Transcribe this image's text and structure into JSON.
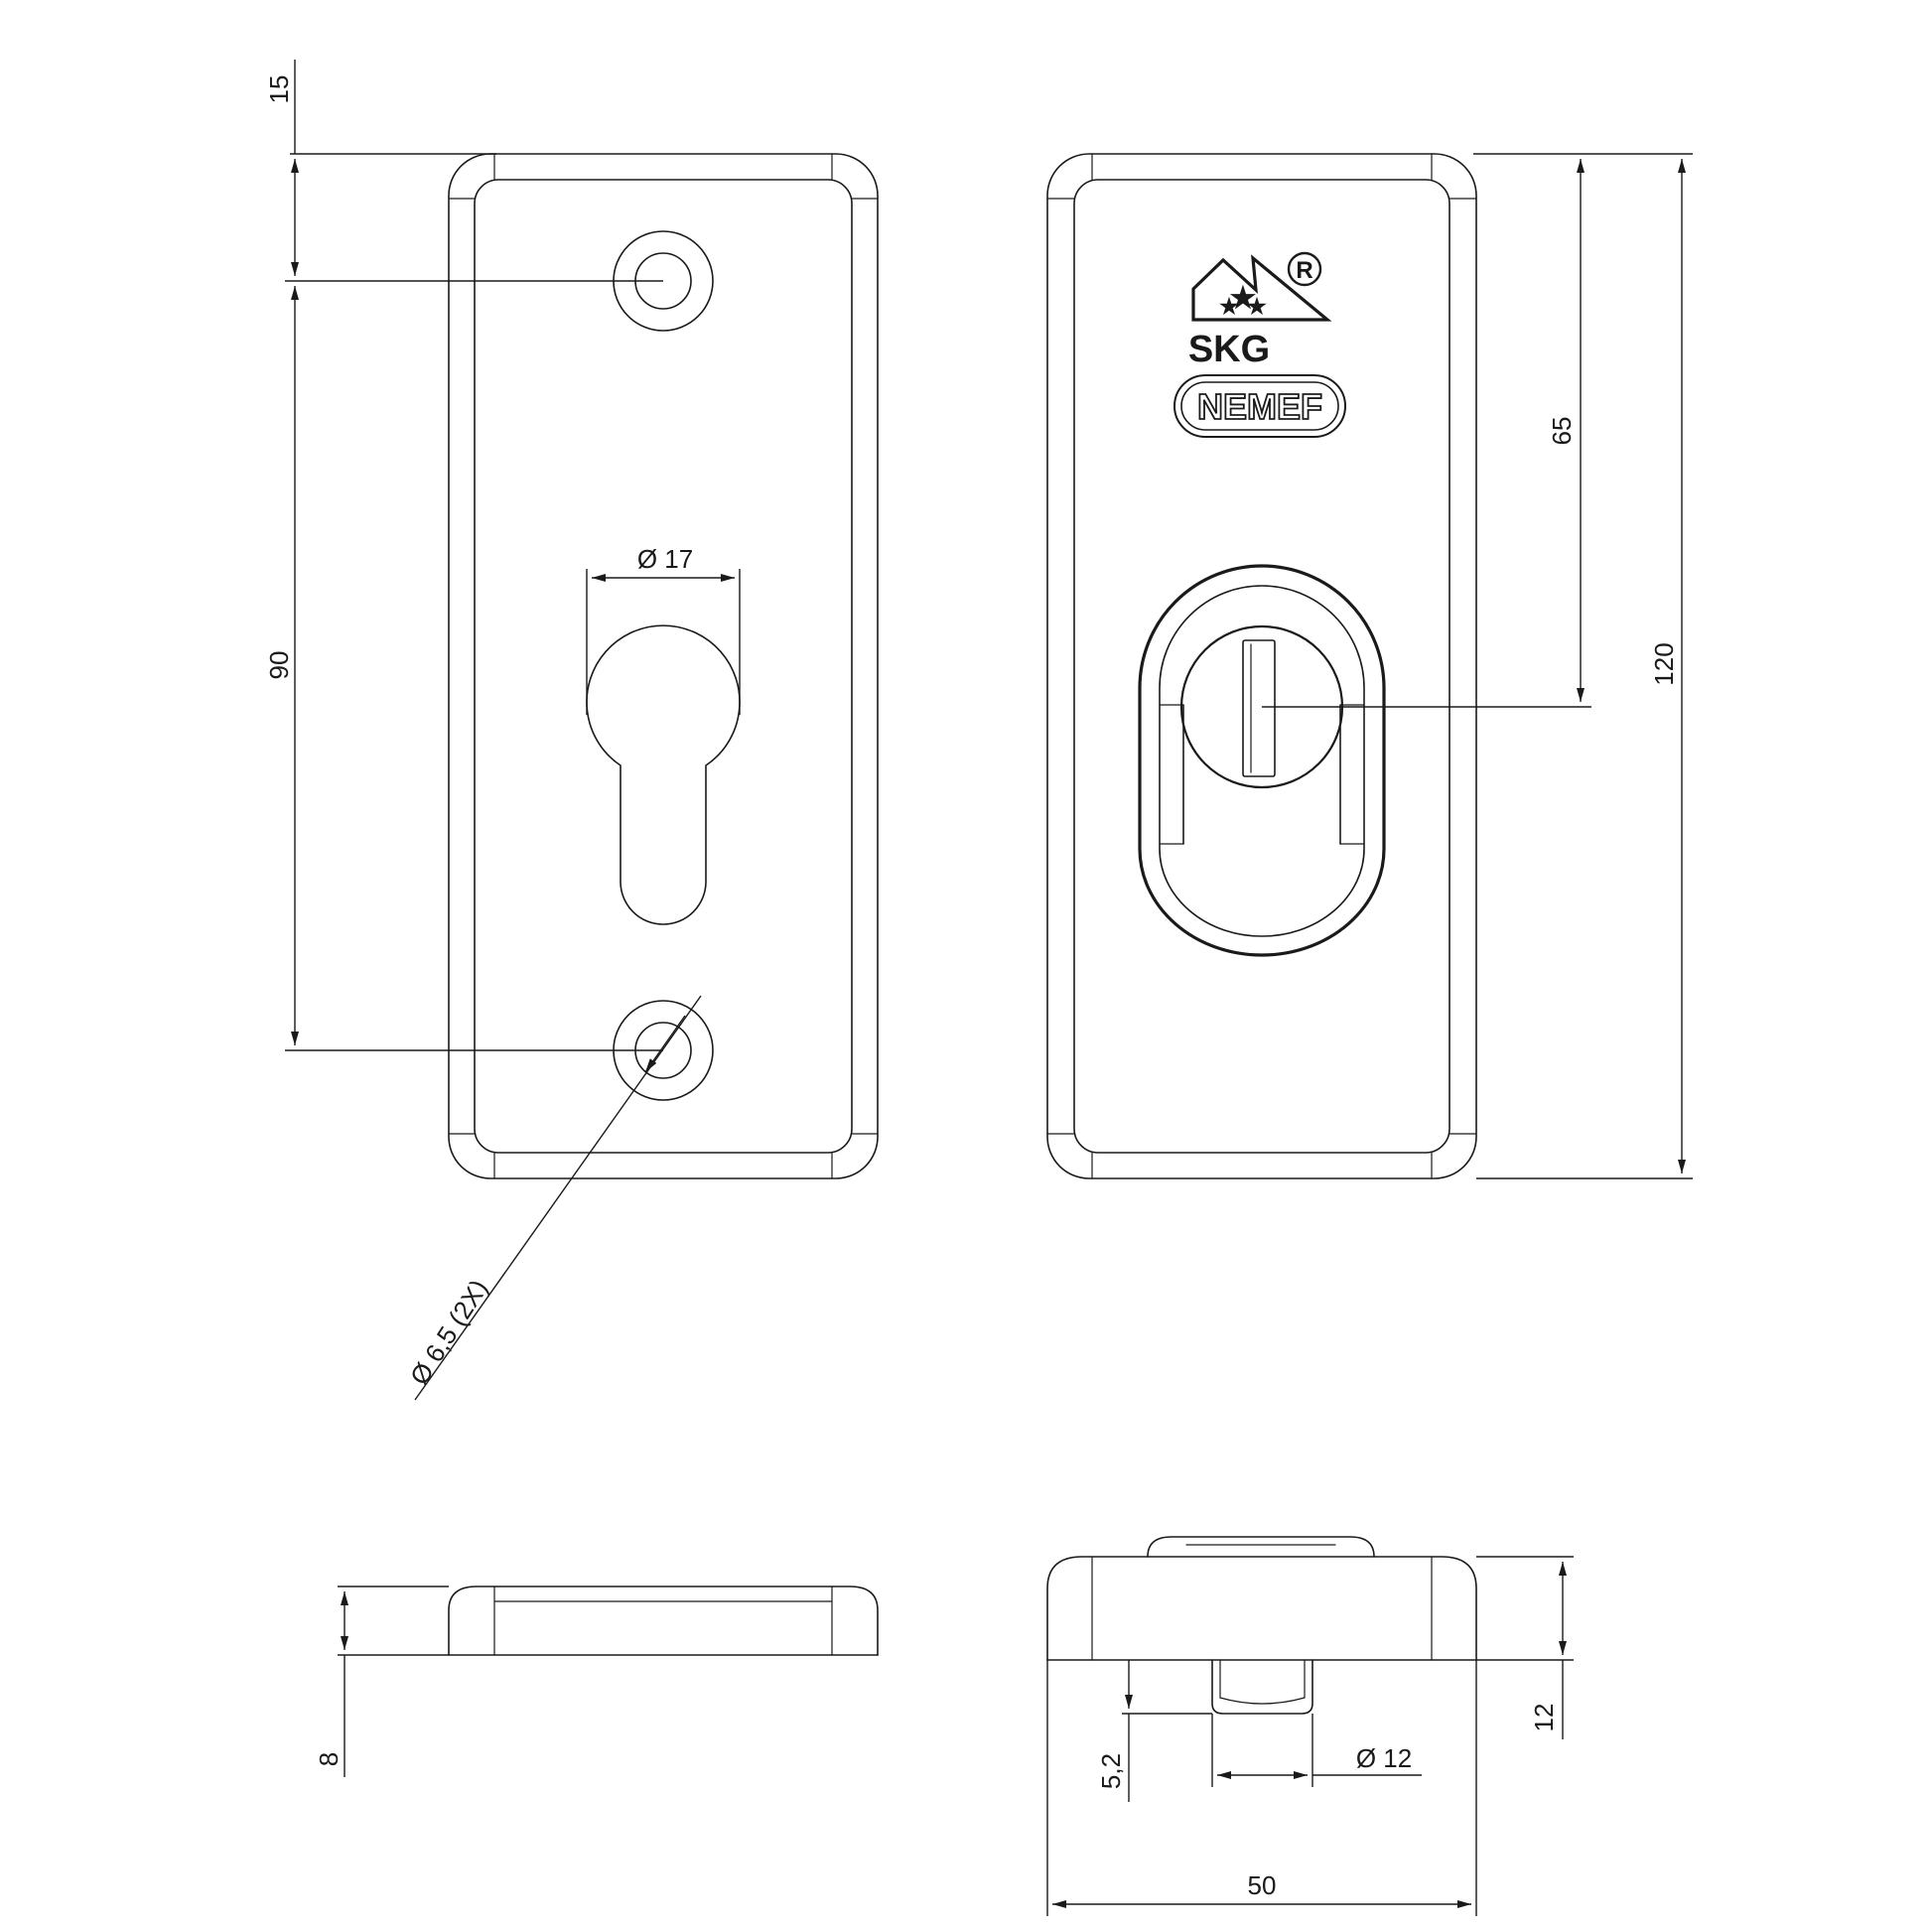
{
  "dimensions": {
    "top_offset": "15",
    "hole_spacing": "90",
    "cylinder_diameter": "Ø 17",
    "screw_hole": "Ø 6,5 (2X)",
    "plate_thickness": "8",
    "cylinder_offset": "65",
    "total_height": "120",
    "total_thickness": "12",
    "cover_diameter": "Ø 12",
    "cover_height": "5,2",
    "width": "50"
  },
  "logos": {
    "skg": "SKG",
    "registered": "R",
    "nemef": "NEMEF"
  },
  "colors": {
    "line": "#1a1a1a",
    "background": "#ffffff"
  }
}
